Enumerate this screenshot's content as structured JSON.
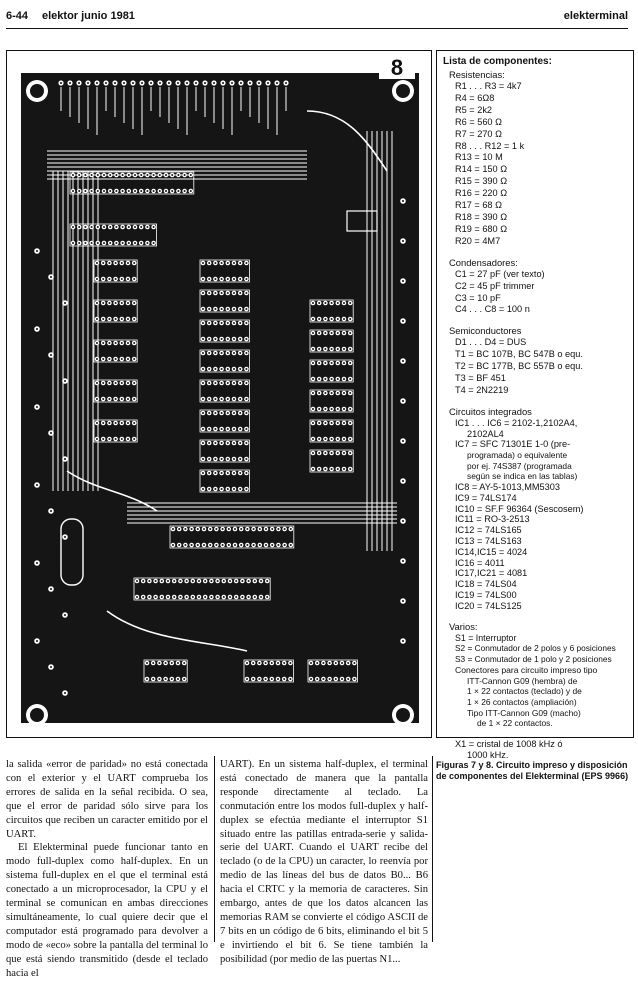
{
  "header": {
    "page_number": "6-44",
    "issue": "elektor junio 1981",
    "magazine": "elekterminal"
  },
  "figure": {
    "number": "8"
  },
  "components": {
    "title": "Lista de componentes:",
    "resistencias": {
      "title": "Resistencias:",
      "items": [
        "R1 . . . R3 = 4k7",
        "R4 = 6Ω8",
        "R5 = 2k2",
        "R6 = 560 Ω",
        "R7 = 270 Ω",
        "R8 . . . R12 = 1 k",
        "R13 = 10 M",
        "R14 = 150 Ω",
        "R15 = 390 Ω",
        "R16 = 220 Ω",
        "R17 = 68 Ω",
        "R18 = 390 Ω",
        "R19 = 680 Ω",
        "R20 = 4M7"
      ]
    },
    "condensadores": {
      "title": "Condensadores:",
      "items": [
        "C1 = 27 pF (ver texto)",
        "C2 = 45 pF trimmer",
        "C3 = 10 pF",
        "C4 . . . C8 = 100 n"
      ]
    },
    "semiconductores": {
      "title": "Semiconductores",
      "items": [
        "D1 . . . D4 = DUS",
        "T1 = BC 107B, BC 547B o  equ.",
        "T2 = BC 177B, BC 557B o  equ.",
        "T3 = BF 451",
        "T4 = 2N2219"
      ]
    },
    "circuitos": {
      "title": "Circuitos integrados",
      "items": [
        "IC1 . . . IC6 = 2102-1,2102A4,",
        "2102AL4",
        "IC7 = SFC 71301E 1-0 (pre-",
        "programada) o equivalente",
        "por ej. 74S387 (programada",
        "según se indica en las tablas)",
        "IC8 = AY-5-1013,MM5303",
        "IC9 = 74LS174",
        "IC10 = SF.F 96364 (Sescosem)",
        "IC11 = RO-3-2513",
        "IC12 = 74LS165",
        "IC13 = 74LS163",
        "IC14,IC15 = 4024",
        "IC16 = 4011",
        "IC17,IC21 = 4081",
        "IC18 = 74LS04",
        "IC19 = 74LS00",
        "IC20 = 74LS125"
      ]
    },
    "varios": {
      "title": "Varios:",
      "items": [
        "S1 = Interruptor",
        "S2 = Conmutador de 2 polos y 6 posiciones",
        "S3 = Conmutador de 1 polo y 2 posiciones",
        "Conectores para circuito impreso tipo",
        "ITT-Cannon G09 (hembra) de",
        "1 × 22 contactos (teclado) y de",
        "1 × 26 contactos (ampliación)",
        "Tipo ITT-Cannon G09 (macho)",
        "de 1 × 22 contactos.",
        "X1 = cristal de 1008 kHz ó",
        "1000 kHz."
      ]
    }
  },
  "caption": "Figuras 7 y 8. Circuito impreso y disposición de componentes del Elekterminal (EPS 9966)",
  "body": {
    "col1_p1": "la salida «error de paridad» no está conectada con el exterior y el UART comprueba los errores de salida en la señal recibida. O sea, que el error de paridad sólo sirve para los circuitos que reciben un caracter emitido por el UART.",
    "col1_p2": "El Elekterminal puede funcionar tanto en modo full-duplex como half-duplex. En un sistema full-duplex en el que el terminal está conectado a un microprocesador, la CPU y el terminal se comunican en ambas direcciones simultáneamente, lo cual quiere decir que el computador está programado para devolver a modo de «eco» sobre la pantalla del terminal lo que está siendo transmitido (desde el teclado hacia el",
    "col2_p1": "UART). En un sistema half-duplex, el terminal está conectado de manera que la pantalla responde directamente al teclado. La conmutación entre los modos full-duplex y half-duplex se efectúa mediante el interruptor S1 situado entre las patillas entrada-serie y salida-serie del UART. Cuando el UART recibe del teclado (o de la CPU) un caracter, lo reenvía por medio de las líneas del bus de datos B0... B6 hacia el CRTC y la memoria de caracteres. Sin embargo, antes de que los datos alcancen las memorias RAM se convierte el código ASCII de 7 bits en un código de 6 bits, eliminando el bit 5 e invirtiendo el bit 6. Se tiene también la posibilidad (por medio de las puertas N1..."
  }
}
